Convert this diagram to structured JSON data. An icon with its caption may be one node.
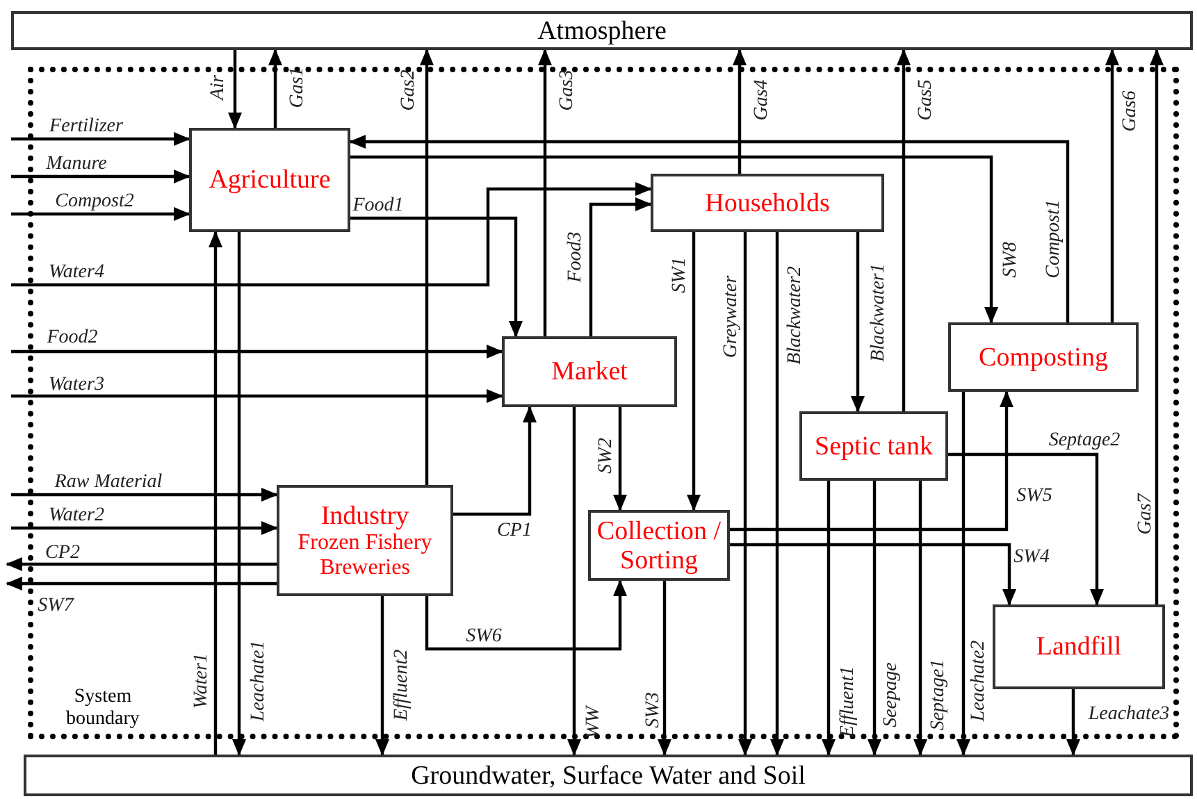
{
  "diagram": {
    "nodes": [
      {
        "text": [
          "Atmosphere"
        ]
      },
      {
        "text": [
          "System boundary"
        ]
      },
      {
        "text": [
          "Agriculture"
        ],
        "in": 1
      },
      {
        "text": [
          "Households"
        ],
        "in": 1
      },
      {
        "text": [
          "Market"
        ],
        "in": 1
      },
      {
        "text": [
          "Composting"
        ],
        "in": 1
      },
      {
        "text": [
          "Septic tank"
        ],
        "in": 1
      },
      {
        "text": [
          "Industry",
          "Frozen Fishery Breweries"
        ],
        "in": 1
      },
      {
        "text": [
          "Collection / Sorting"
        ],
        "in": 1
      },
      {
        "text": [
          "Landfill"
        ],
        "in": 1
      },
      {
        "text": [
          "Groundwater, Surface Water and Soil"
        ]
      }
    ],
    "edges": [
      {
        "from": 0,
        "to": 2,
        "arrow": "to",
        "label": "Air"
      },
      {
        "from": 2,
        "to": 0,
        "arrow": "to",
        "label": "Gas1"
      },
      {
        "from": null,
        "to": 2,
        "arrow": "to",
        "label": "Fertilizer"
      },
      {
        "from": null,
        "to": 2,
        "arrow": "to",
        "label": "Manure"
      },
      {
        "from": null,
        "to": 2,
        "arrow": "to",
        "label": "Compost2"
      },
      {
        "from": 10,
        "to": 2,
        "arrow": "to",
        "label": "Water1"
      },
      {
        "from": 2,
        "to": 10,
        "arrow": "to",
        "label": "Leachate1"
      },
      {
        "from": 5,
        "to": 2,
        "arrow": "to",
        "label": "Compost1"
      },
      {
        "from": 2,
        "to": 5,
        "arrow": "to",
        "label": "SW8"
      },
      {
        "from": 2,
        "to": 4,
        "arrow": "to",
        "label": "Food1"
      },
      {
        "from": null,
        "to": 3,
        "arrow": "to",
        "label": "Water4"
      },
      {
        "from": 7,
        "to": 0,
        "arrow": "to",
        "label": "Gas2"
      },
      {
        "from": 4,
        "to": 0,
        "arrow": "to",
        "label": "Gas3"
      },
      {
        "from": 4,
        "to": 3,
        "arrow": "to",
        "label": "Food3"
      },
      {
        "from": null,
        "to": 4,
        "arrow": "to",
        "label": "Food2"
      },
      {
        "from": null,
        "to": 4,
        "arrow": "to",
        "label": "Water3"
      },
      {
        "from": 3,
        "to": 0,
        "arrow": "to",
        "label": "Gas4"
      },
      {
        "from": 3,
        "to": 8,
        "arrow": "to",
        "label": "SW1"
      },
      {
        "from": 3,
        "to": 10,
        "arrow": "to",
        "label": "Greywater"
      },
      {
        "from": 3,
        "to": 10,
        "arrow": "to",
        "label": "Blackwater2"
      },
      {
        "from": 3,
        "to": 6,
        "arrow": "to",
        "label": "Blackwater1"
      },
      {
        "from": 6,
        "to": 0,
        "arrow": "to",
        "label": "Gas5"
      },
      {
        "from": 5,
        "to": 0,
        "arrow": "to",
        "label": "Gas6"
      },
      {
        "from": 4,
        "to": 8,
        "arrow": "to",
        "label": "SW2"
      },
      {
        "from": 4,
        "to": 10,
        "arrow": "to",
        "label": "WW"
      },
      {
        "from": null,
        "to": 7,
        "arrow": "to",
        "label": "Raw Material"
      },
      {
        "from": null,
        "to": 7,
        "arrow": "to",
        "label": "Water2"
      },
      {
        "from": 7,
        "to": null,
        "arrow": "to",
        "label": "CP2"
      },
      {
        "from": 7,
        "to": null,
        "arrow": "to",
        "label": "SW7"
      },
      {
        "from": 7,
        "to": 4,
        "arrow": "to",
        "label": "CP1"
      },
      {
        "from": 7,
        "to": 10,
        "arrow": "to",
        "label": "Effluent2"
      },
      {
        "from": 7,
        "to": 8,
        "arrow": "to",
        "label": "SW6"
      },
      {
        "from": 8,
        "to": 10,
        "arrow": "to",
        "label": "SW3"
      },
      {
        "from": 8,
        "to": 5,
        "arrow": "to",
        "label": "SW5"
      },
      {
        "from": 8,
        "to": 9,
        "arrow": "to",
        "label": "SW4"
      },
      {
        "from": 6,
        "to": 10,
        "arrow": "to",
        "label": "Effluent1"
      },
      {
        "from": 6,
        "to": 10,
        "arrow": "to",
        "label": "Seepage"
      },
      {
        "from": 6,
        "to": 10,
        "arrow": "to",
        "label": "Septage1"
      },
      {
        "from": 5,
        "to": 10,
        "arrow": "to",
        "label": "Leachate2"
      },
      {
        "from": 6,
        "to": 9,
        "arrow": "to",
        "label": "Septage2"
      },
      {
        "from": 9,
        "to": 0,
        "arrow": "to",
        "label": "Gas7"
      },
      {
        "from": 9,
        "to": 10,
        "arrow": "to",
        "label": "Leachate3"
      }
    ]
  }
}
